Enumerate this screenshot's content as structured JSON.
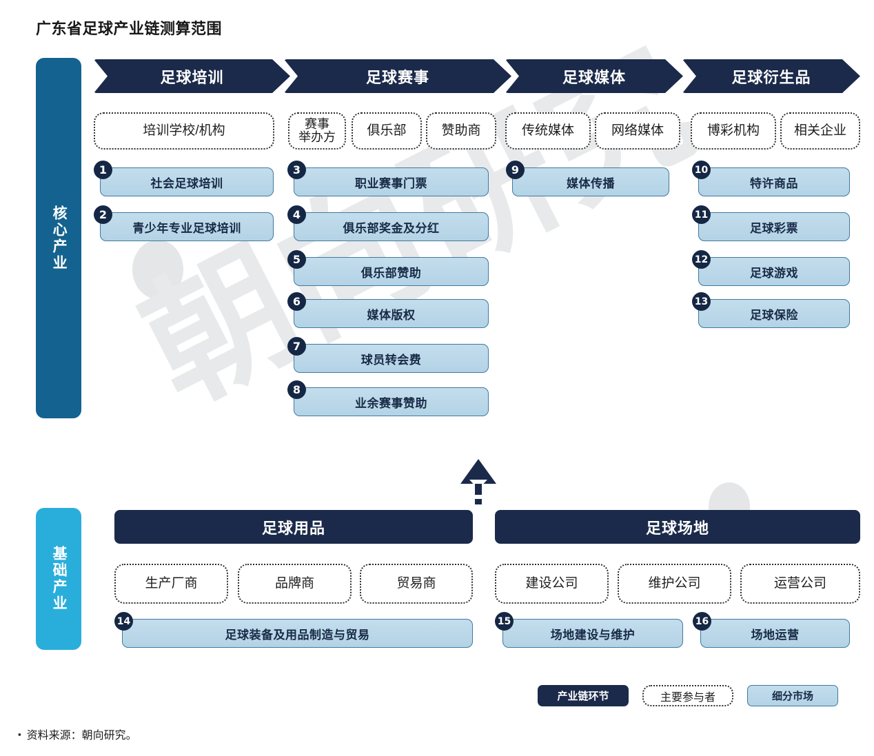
{
  "title": "广东省足球产业链测算范围",
  "rails": {
    "core": "核心产业",
    "base": "基础产业"
  },
  "core_columns": [
    {
      "header": "足球培训",
      "participants": [
        "培训学校/机构"
      ],
      "markets": [
        {
          "num": "1",
          "label": "社会足球培训"
        },
        {
          "num": "2",
          "label": "青少年专业足球培训"
        }
      ]
    },
    {
      "header": "足球赛事",
      "participants": [
        "赛事\n举办方",
        "俱乐部",
        "赞助商"
      ],
      "markets": [
        {
          "num": "3",
          "label": "职业赛事门票"
        },
        {
          "num": "4",
          "label": "俱乐部奖金及分红"
        },
        {
          "num": "5",
          "label": "俱乐部赞助"
        },
        {
          "num": "6",
          "label": "媒体版权"
        },
        {
          "num": "7",
          "label": "球员转会费"
        },
        {
          "num": "8",
          "label": "业余赛事赞助"
        }
      ]
    },
    {
      "header": "足球媒体",
      "participants": [
        "传统媒体",
        "网络媒体"
      ],
      "markets": [
        {
          "num": "9",
          "label": "媒体传播"
        }
      ]
    },
    {
      "header": "足球衍生品",
      "participants": [
        "博彩机构",
        "相关企业"
      ],
      "markets": [
        {
          "num": "10",
          "label": "特许商品"
        },
        {
          "num": "11",
          "label": "足球彩票"
        },
        {
          "num": "12",
          "label": "足球游戏"
        },
        {
          "num": "13",
          "label": "足球保险"
        }
      ]
    }
  ],
  "base_columns": [
    {
      "header": "足球用品",
      "participants": [
        "生产厂商",
        "品牌商",
        "贸易商"
      ],
      "markets": [
        {
          "num": "14",
          "label": "足球装备及用品制造与贸易"
        }
      ]
    },
    {
      "header": "足球场地",
      "participants": [
        "建设公司",
        "维护公司",
        "运营公司"
      ],
      "markets": [
        {
          "num": "15",
          "label": "场地建设与维护"
        },
        {
          "num": "16",
          "label": "场地运营"
        }
      ]
    }
  ],
  "legend": {
    "chain": "产业链环节",
    "participant": "主要参与者",
    "market": "细分市场"
  },
  "footer": {
    "bullet": "▪",
    "source": "资料来源：朝向研究。"
  },
  "watermark": "朝向研究",
  "colors": {
    "navy": "#1b2a4a",
    "core_rail": "#14628f",
    "base_rail": "#29aedb",
    "market_fill": "#b8d7e8",
    "market_border": "#3f78a0"
  }
}
